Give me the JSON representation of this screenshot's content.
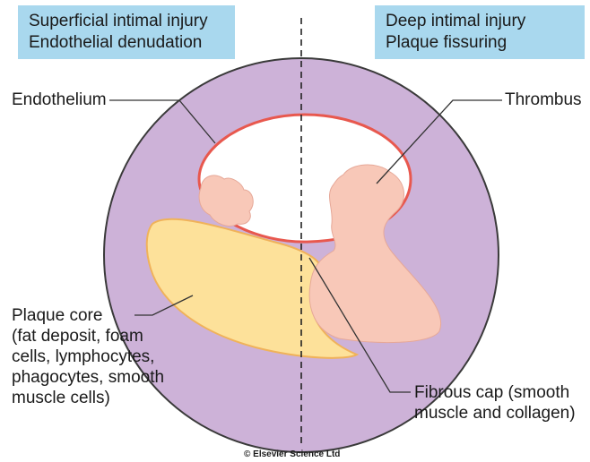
{
  "left_box": {
    "line1": "Superficial intimal injury",
    "line2": "Endothelial denudation"
  },
  "right_box": {
    "line1": "Deep intimal injury",
    "line2": "Plaque fissuring"
  },
  "labels": {
    "endothelium": "Endothelium",
    "thrombus": "Thrombus",
    "plaque_core": [
      "Plaque core",
      "(fat deposit, foam",
      "cells, lymphocytes,",
      "phagocytes, smooth",
      "muscle cells)"
    ],
    "fibrous_cap": [
      "Fibrous cap (smooth",
      "muscle and collagen)"
    ]
  },
  "copyright": "© Elsevier Science Ltd",
  "colors": {
    "vessel_wall": "#cdb2d8",
    "vessel_outline": "#3a3a3a",
    "endothelium": "#e8584e",
    "lumen": "#ffffff",
    "thrombus": "#f8c8b8",
    "plaque_core": "#fde19a",
    "plaque_outline": "#f0b25a",
    "label_box": "#a9d8ee"
  }
}
